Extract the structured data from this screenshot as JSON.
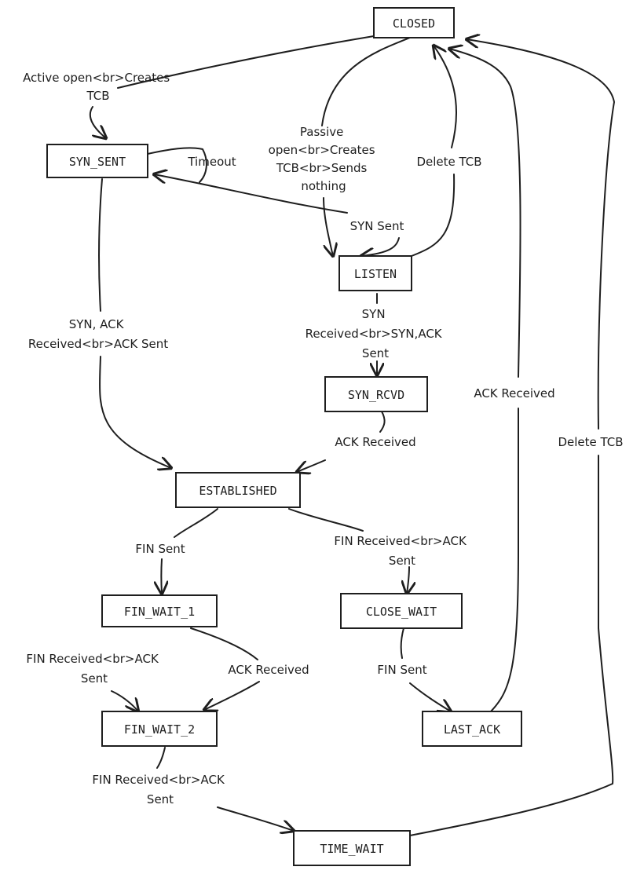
{
  "diagram": {
    "type": "state-diagram",
    "stroke_color": "#1e1e1e",
    "background": "#ffffff"
  },
  "nodes": {
    "closed": "CLOSED",
    "syn_sent": "SYN_SENT",
    "listen": "LISTEN",
    "syn_rcvd": "SYN_RCVD",
    "established": "ESTABLISHED",
    "fin_wait_1": "FIN_WAIT_1",
    "close_wait": "CLOSE_WAIT",
    "fin_wait_2": "FIN_WAIT_2",
    "last_ack": "LAST_ACK",
    "time_wait": "TIME_WAIT"
  },
  "edges": {
    "active_open": [
      "Active open<br>Creates",
      "TCB"
    ],
    "timeout": [
      "Timeout"
    ],
    "passive_open": [
      "Passive",
      "open<br>Creates",
      "TCB<br>Sends",
      "nothing"
    ],
    "delete_tcb_listen": [
      "Delete TCB"
    ],
    "syn_sent_listen": [
      "SYN Sent"
    ],
    "synack_received": [
      "SYN, ACK",
      "Received<br>ACK Sent"
    ],
    "syn_received": [
      "SYN",
      "Received<br>SYN,ACK",
      "Sent"
    ],
    "ack_received_synrcvd": [
      "ACK Received"
    ],
    "ack_received_lastack": [
      "ACK Received"
    ],
    "delete_tcb_timewait": [
      "Delete TCB"
    ],
    "fin_sent_est": [
      "FIN Sent"
    ],
    "fin_received_est": [
      "FIN Received<br>ACK",
      "Sent"
    ],
    "fin_received_fw1": [
      "FIN Received<br>ACK",
      "Sent"
    ],
    "ack_received_fw1": [
      "ACK Received"
    ],
    "fin_sent_cw": [
      "FIN Sent"
    ],
    "fin_received_fw2": [
      "FIN Received<br>ACK",
      "Sent"
    ]
  }
}
